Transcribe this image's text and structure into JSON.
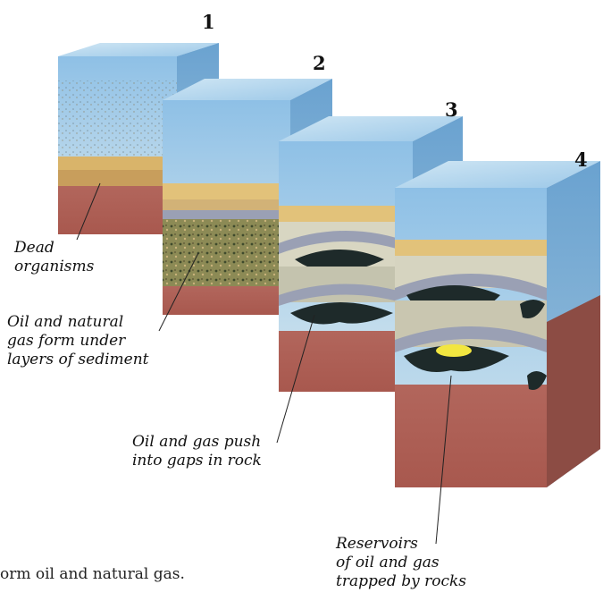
{
  "stages": [
    "1",
    "2",
    "3",
    "4"
  ],
  "labels": {
    "dead_organisms": [
      "Dead",
      "organisms"
    ],
    "oil_gas_form": [
      "Oil and natural",
      "gas form under",
      "layers of sediment"
    ],
    "oil_gas_push": [
      "Oil and gas push",
      "into gaps in rock"
    ],
    "reservoirs": [
      "Reservoirs",
      "of oil and gas",
      "trapped by rocks"
    ]
  },
  "caption": "orm oil and natural gas.",
  "colors": {
    "water": "#9cc8e6",
    "sand": "#d9b46a",
    "rock_red": "#a8584e",
    "layer_gray": "#9aa0b4",
    "oil": "#1e2a2a",
    "gas": "#f2e640"
  }
}
